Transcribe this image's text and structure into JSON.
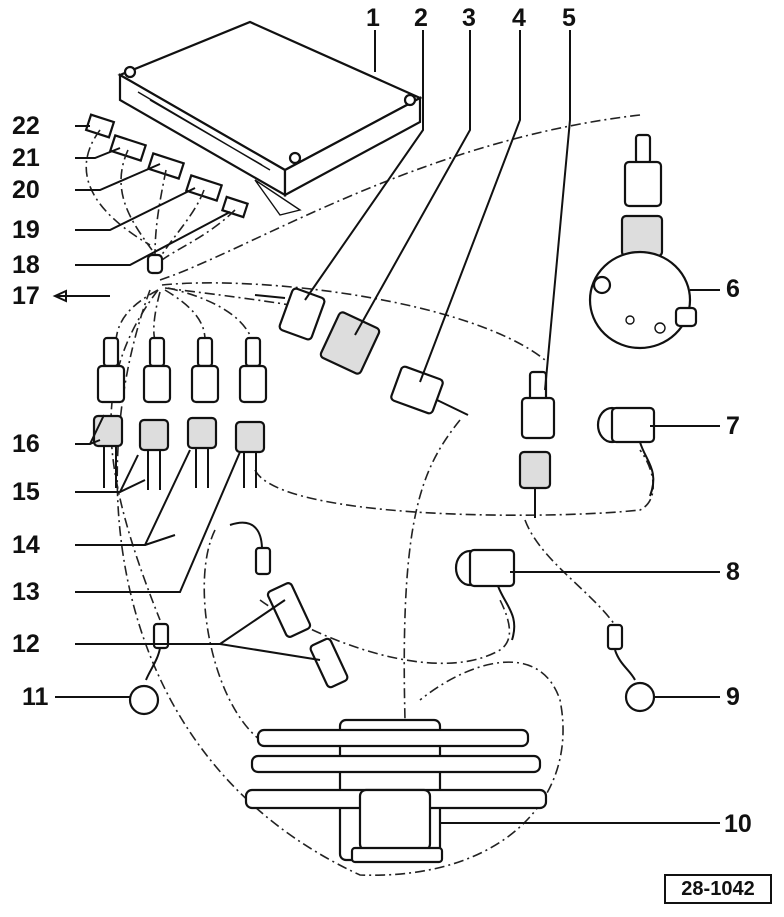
{
  "figure": {
    "reference": "28-1042",
    "callouts": [
      "1",
      "2",
      "3",
      "4",
      "5",
      "6",
      "7",
      "8",
      "9",
      "10",
      "11",
      "12",
      "13",
      "14",
      "15",
      "16",
      "17",
      "18",
      "19",
      "20",
      "21",
      "22"
    ]
  }
}
